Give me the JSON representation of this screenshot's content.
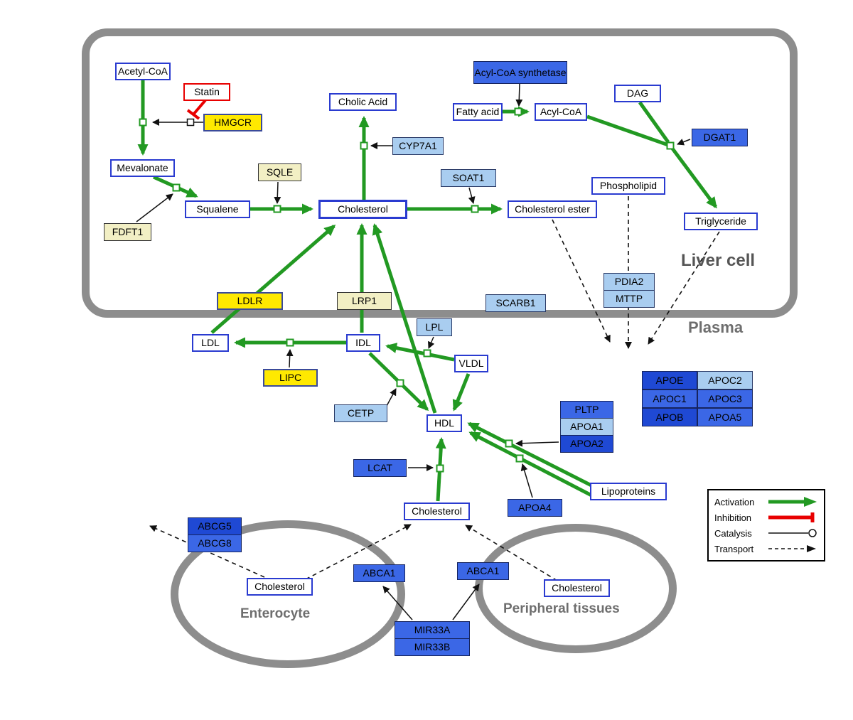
{
  "regions": {
    "liver": "Liver cell",
    "plasma": "Plasma",
    "enterocyte": "Enterocyte",
    "peripheral": "Peripheral tissues"
  },
  "nodes": {
    "acetyl_coa": "Acetyl-CoA",
    "statin": "Statin",
    "hmgcr": "HMGCR",
    "mevalonate": "Mevalonate",
    "sqle": "SQLE",
    "fdft1": "FDFT1",
    "squalene": "Squalene",
    "cholic_acid": "Cholic Acid",
    "cyp7a1": "CYP7A1",
    "cholesterol_liver": "Cholesterol",
    "soat1": "SOAT1",
    "cholesterol_ester": "Cholesterol ester",
    "acyl_coa_synthetase": "Acyl-CoA synthetase",
    "fatty_acid": "Fatty acid",
    "acyl_coa": "Acyl-CoA",
    "dag": "DAG",
    "dgat1": "DGAT1",
    "phospholipid": "Phospholipid",
    "triglyceride": "Triglyceride",
    "pdia2": "PDIA2",
    "mttp": "MTTP",
    "ldlr": "LDLR",
    "lrp1": "LRP1",
    "scarb1": "SCARB1",
    "ldl": "LDL",
    "idl": "IDL",
    "lpl": "LPL",
    "vldl": "VLDL",
    "lipc": "LIPC",
    "cetp": "CETP",
    "hdl": "HDL",
    "pltp": "PLTP",
    "apoa1": "APOA1",
    "apoa2": "APOA2",
    "apoe": "APOE",
    "apoc2": "APOC2",
    "apoc1": "APOC1",
    "apoc3": "APOC3",
    "apob": "APOB",
    "apoa5": "APOA5",
    "lcat": "LCAT",
    "apoa4": "APOA4",
    "lipoproteins": "Lipoproteins",
    "cholesterol_plasma": "Cholesterol",
    "abcg5": "ABCG5",
    "abcg8": "ABCG8",
    "cholesterol_enterocyte": "Cholesterol",
    "abca1_enterocyte": "ABCA1",
    "abca1_peripheral": "ABCA1",
    "cholesterol_peripheral": "Cholesterol",
    "mir33a": "MIR33A",
    "mir33b": "MIR33B"
  },
  "legend": {
    "activation": "Activation",
    "inhibition": "Inhibition",
    "catalysis": "Catalysis",
    "transport": "Transport"
  },
  "colors": {
    "activation": "#229922",
    "inhibition": "#e80000",
    "membrane": "#8d8d8d",
    "metabolite_border": "#2a3bd0",
    "enzyme_yellow": "#ffe900",
    "enzyme_cream": "#f2efc4",
    "enzyme_lightblue": "#a9cdf0",
    "enzyme_blue": "#3b67e6",
    "enzyme_darkblue": "#1f49d4"
  }
}
